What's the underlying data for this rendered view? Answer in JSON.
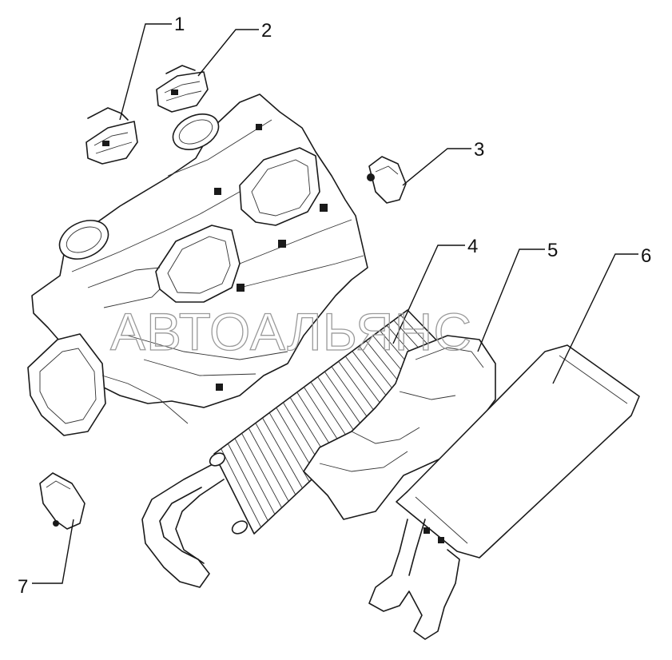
{
  "callouts": [
    "1",
    "2",
    "3",
    "4",
    "5",
    "6",
    "7"
  ],
  "watermark": "АВТОАЛЬЯНС",
  "parts": [
    "air-vent-1",
    "air-vent-2",
    "actuator-3",
    "evaporator-core-4",
    "filter-housing-5",
    "heater-core-6",
    "actuator-7",
    "hvac-housing"
  ]
}
